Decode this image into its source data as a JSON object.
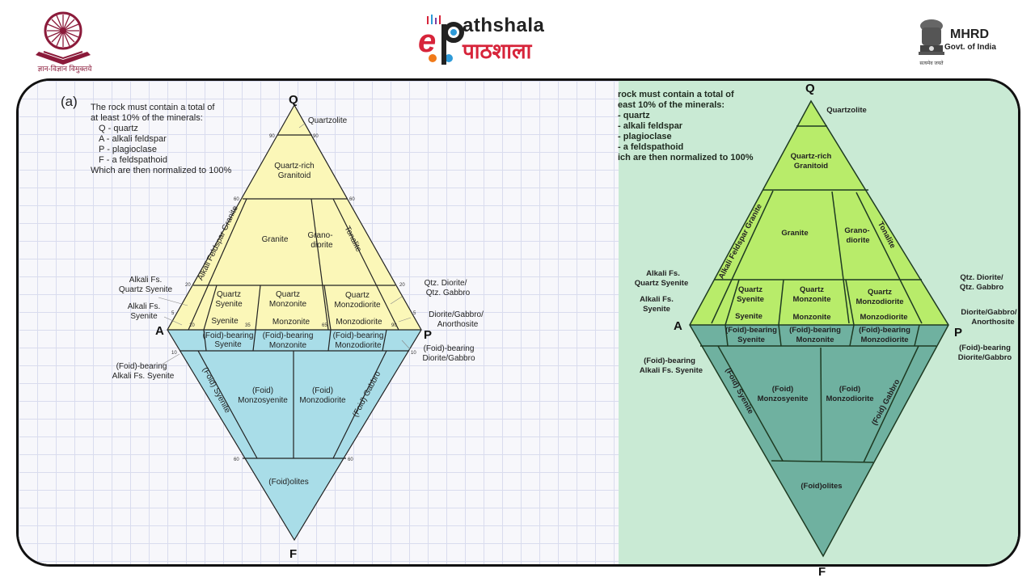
{
  "header": {
    "left_logo_caption": "ज्ञान-विज्ञान विमुक्तये",
    "center_logo": {
      "prefix": "e",
      "english": "athshala",
      "hindi": "पाठशाला"
    },
    "right_logo": {
      "title": "MHRD",
      "subtitle": "Govt. of India",
      "caption": "सत्यमेव जयते"
    }
  },
  "slide": {
    "panel_label": "(a)",
    "note": {
      "lines": [
        "The rock must contain a  total of",
        "at least 10% of the minerals:",
        "Q - quartz",
        "A - alkali feldspar",
        "P - plagioclase",
        "F - a feldspathoid",
        "Which are then normalized to 100%"
      ]
    },
    "right_note": {
      "lines": [
        "rock must contain a  total of",
        "east 10% of the minerals:",
        "- quartz",
        "- alkali feldspar",
        "- plagioclase",
        "- a feldspathoid",
        "ich are then normalized to 100%"
      ]
    },
    "vertices": {
      "q": "Q",
      "a": "A",
      "p": "P",
      "f": "F"
    },
    "ticks": {
      "t90": "90",
      "t60": "60",
      "t20": "20",
      "t5": "5",
      "t10": "10",
      "t35": "35",
      "t65": "65"
    },
    "fields": {
      "quartzolite": "Quartzolite",
      "quartz_rich_1": "Quartz-rich",
      "quartz_rich_2": "Granitoid",
      "alkali_feldspar_granite": "Alkali Feldspar Granite",
      "granite": "Granite",
      "granodiorite_1": "Grano-",
      "granodiorite_2": "diorite",
      "tonalite": "Tonalite",
      "alk_qz_syenite_1": "Alkali Fs.",
      "alk_qz_syenite_2": "Quartz Syenite",
      "alk_syenite_1": "Alkali Fs.",
      "alk_syenite_2": "Syenite",
      "qz_syenite_1": "Quartz",
      "qz_syenite_2": "Syenite",
      "qz_monzonite_1": "Quartz",
      "qz_monzonite_2": "Monzonite",
      "qz_monzodiorite_1": "Quartz",
      "qz_monzodiorite_2": "Monzodiorite",
      "syenite": "Syenite",
      "monzonite": "Monzonite",
      "monzodiorite": "Monzodiorite",
      "qtz_diorite_1": "Qtz. Diorite/",
      "qtz_diorite_2": "Qtz. Gabbro",
      "diorite_1": "Diorite/Gabbro/",
      "diorite_2": "Anorthosite",
      "fb_syenite_1": "(Foid)-bearing",
      "fb_syenite_2": "Syenite",
      "fb_monzonite_1": "(Foid)-bearing",
      "fb_monzonite_2": "Monzonite",
      "fb_monzodiorite_1": "(Foid)-bearing",
      "fb_monzodiorite_2": "Monzodiorite",
      "fb_alk_syenite_1": "(Foid)-bearing",
      "fb_alk_syenite_2": "Alkali Fs.   Syenite",
      "fb_diorite_1": "(Foid)-bearing",
      "fb_diorite_2": "Diorite/Gabbro",
      "foid_syenite": "(Foid) Syenite",
      "foid_monzosyenite_1": "(Foid)",
      "foid_monzosyenite_2": "Monzosyenite",
      "foid_monzodiorite_1": "(Foid)",
      "foid_monzodiorite_2": "Monzodiorite",
      "foid_gabbro": "(Foid) Gabbro",
      "foidolites": "(Foid)olites"
    },
    "colors": {
      "left_upper_fill": "#fbf7b8",
      "left_lower_fill": "#a9dde8",
      "right_upper_fill": "#b8ec6a",
      "right_lower_fill": "#6fb1a0",
      "right_bg": "#c9ead4",
      "brand_red": "#d7243a",
      "ugc_maroon": "#8b1a3a"
    }
  }
}
